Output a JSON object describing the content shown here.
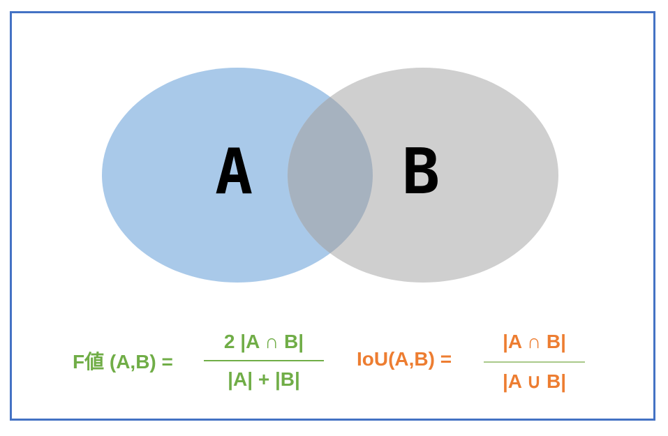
{
  "diagram": {
    "set_a": {
      "label": "A",
      "color": "#a9c9e9"
    },
    "set_b": {
      "label": "B",
      "color": "#cfcfcf"
    },
    "overlap_color": "#a6b2bf",
    "border_color": "#4472c4"
  },
  "formulas": {
    "f_score": {
      "lhs": "F値 (A,B) =",
      "numerator": "2 |A ∩ B|",
      "denominator": "|A| + |B|",
      "color": "#70ad47"
    },
    "iou": {
      "lhs": "IoU(A,B) =",
      "numerator": "|A ∩ B|",
      "denominator": "|A ∪ B|",
      "color": "#ed7d31"
    }
  }
}
